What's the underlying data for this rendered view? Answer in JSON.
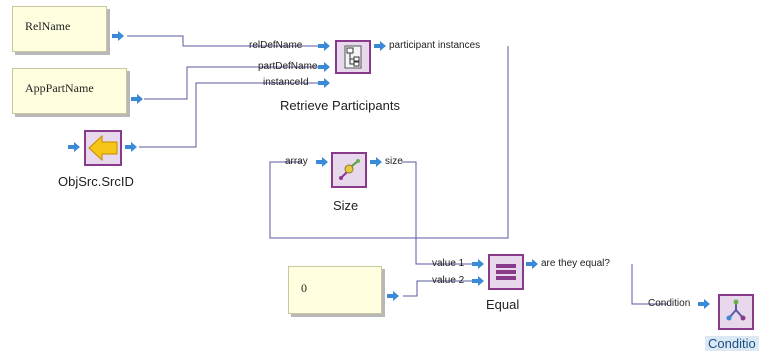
{
  "notes": {
    "relname": "RelName",
    "apppartname": "AppPartName",
    "zero": "0"
  },
  "retrieve": {
    "title": "Retrieve Participants",
    "in1": "relDefName",
    "in2": "partDefName",
    "in3": "instanceId",
    "out": "participant instances"
  },
  "objsrc": {
    "title": "ObjSrc.SrcID"
  },
  "size": {
    "title": "Size",
    "in": "array",
    "out": "size"
  },
  "equal": {
    "title": "Equal",
    "in1": "value 1",
    "in2": "value 2",
    "out": "are they equal?"
  },
  "condition": {
    "in": "Condition",
    "title": "Conditio"
  },
  "colors": {
    "wire": "#5a5aa0",
    "arrow": "#3a8ad8",
    "node_border": "#8a3a8a",
    "note_bg": "#ffffe0"
  }
}
